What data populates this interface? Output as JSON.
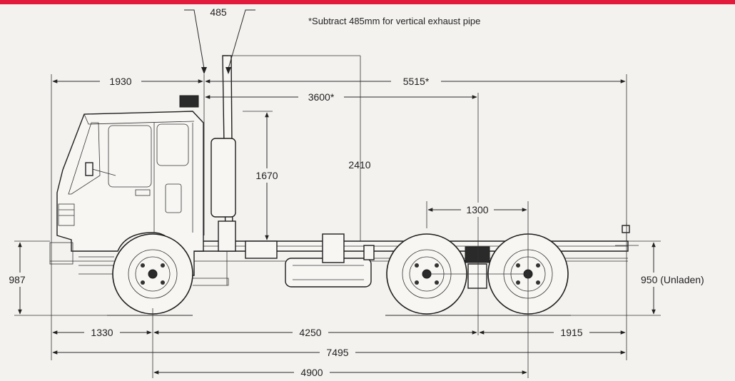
{
  "note": "*Subtract 485mm for vertical exhaust pipe",
  "dimensions": {
    "exhaust_offset": "485",
    "front_to_cab_back": "1930",
    "cab_back_to_rear": "5515*",
    "cab_back_to_bogie": "3600*",
    "bogie_spacing": "1300",
    "exhaust_height": "1670",
    "overall_height": "2410",
    "frame_height": "987",
    "unladen_height": "950 (Unladen)",
    "front_overhang": "1330",
    "wheelbase": "4250",
    "rear_overhang": "1915",
    "overall_length": "7495",
    "axle_spacing": "4900"
  },
  "colors": {
    "accent_bar": "#e21a3c",
    "ink": "#222222",
    "paper": "#f4f2ef"
  }
}
